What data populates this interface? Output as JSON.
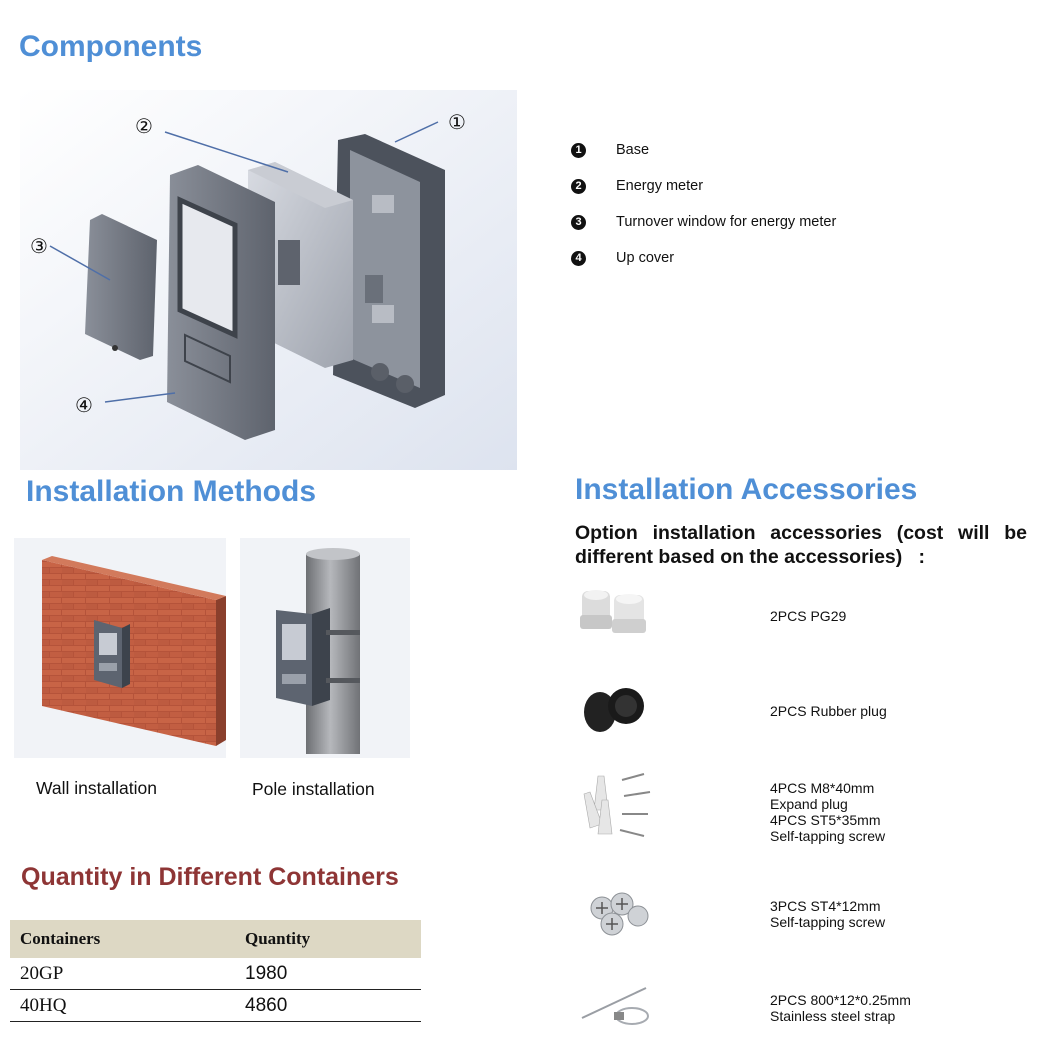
{
  "components": {
    "title": "Components",
    "callouts": [
      "①",
      "②",
      "③",
      "④"
    ],
    "legend": [
      {
        "num": "1",
        "label": "Base"
      },
      {
        "num": "2",
        "label": "Energy meter"
      },
      {
        "num": "3",
        "label": "Turnover window for energy meter"
      },
      {
        "num": "4",
        "label": "Up cover"
      }
    ]
  },
  "methods": {
    "title": "Installation Methods",
    "wall_caption": "Wall installation",
    "pole_caption": "Pole installation"
  },
  "accessories": {
    "title": "Installation Accessories",
    "option_text": "Option installation accessories (cost will be different based on the accessories)   :",
    "items": [
      {
        "lines": [
          "2PCS PG29"
        ]
      },
      {
        "lines": [
          "2PCS Rubber plug"
        ]
      },
      {
        "lines": [
          "4PCS M8*40mm",
          "Expand plug",
          "4PCS ST5*35mm",
          "Self-tapping screw"
        ]
      },
      {
        "lines": [
          "3PCS ST4*12mm",
          "Self-tapping screw"
        ]
      },
      {
        "lines": [
          "2PCS 800*12*0.25mm",
          "Stainless steel strap"
        ]
      }
    ]
  },
  "containers": {
    "title": "Quantity in Different Containers",
    "headers": [
      "Containers",
      "Quantity"
    ],
    "rows": [
      {
        "container": "20GP",
        "quantity": "1980"
      },
      {
        "container": "40HQ",
        "quantity": "4860"
      }
    ]
  }
}
